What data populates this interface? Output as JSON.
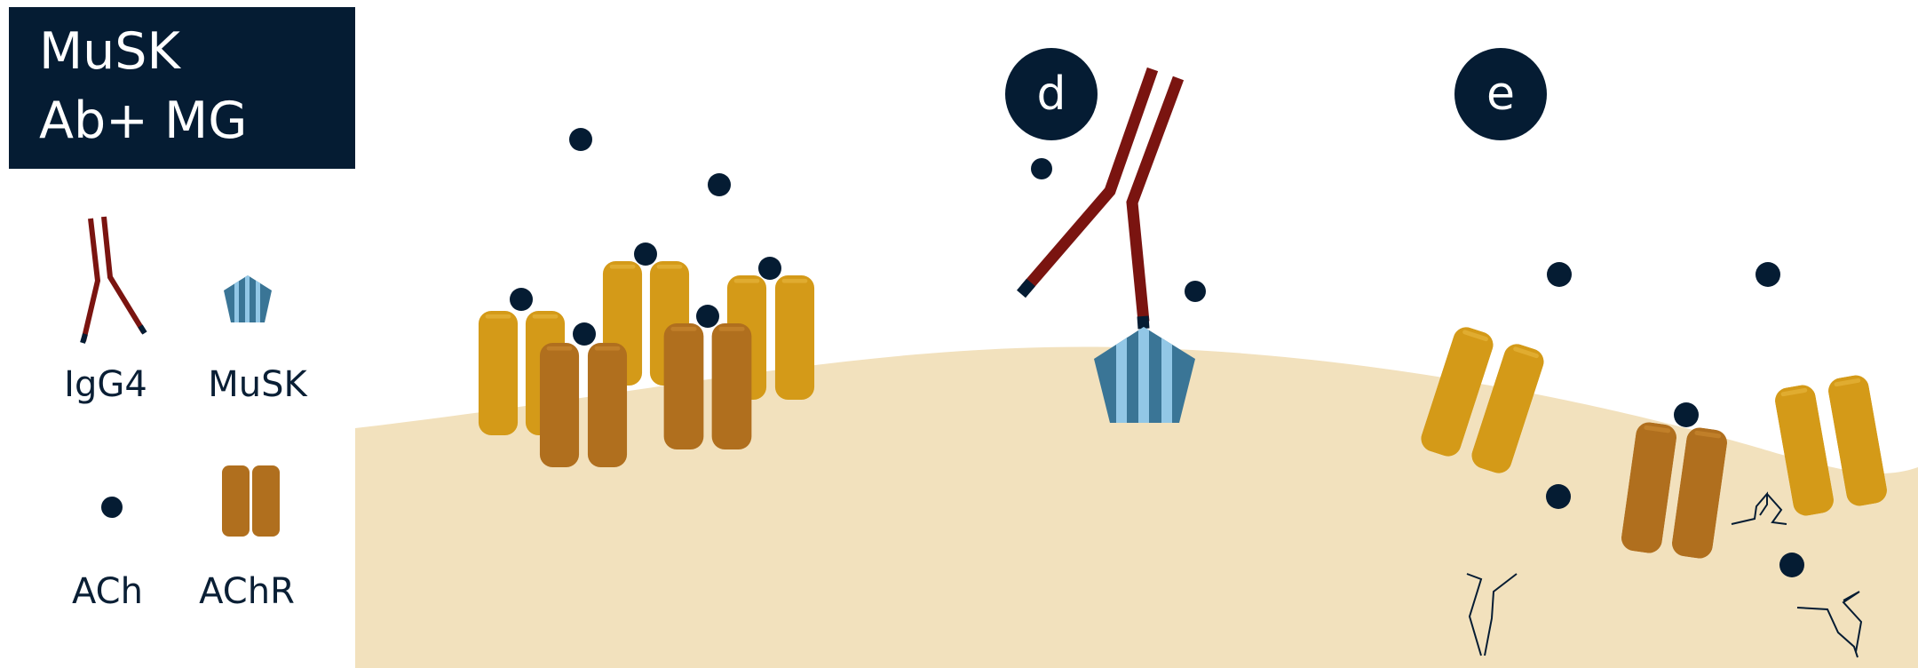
{
  "title": {
    "line1": "MuSK",
    "line2": "Ab+ MG"
  },
  "legend": {
    "igg4": "IgG4",
    "musk": "MuSK",
    "ach": "ACh",
    "achr": "AChR"
  },
  "panels": {
    "d": "d",
    "e": "e"
  },
  "colors": {
    "navy": "#051c33",
    "igg4": "#7a1410",
    "achr_light": "#d49a18",
    "achr_dark": "#b06f1e",
    "membrane": "#f2e1bd",
    "musk_dark": "#3a7596",
    "musk_light": "#92c7e6",
    "ach": "#051c33"
  }
}
